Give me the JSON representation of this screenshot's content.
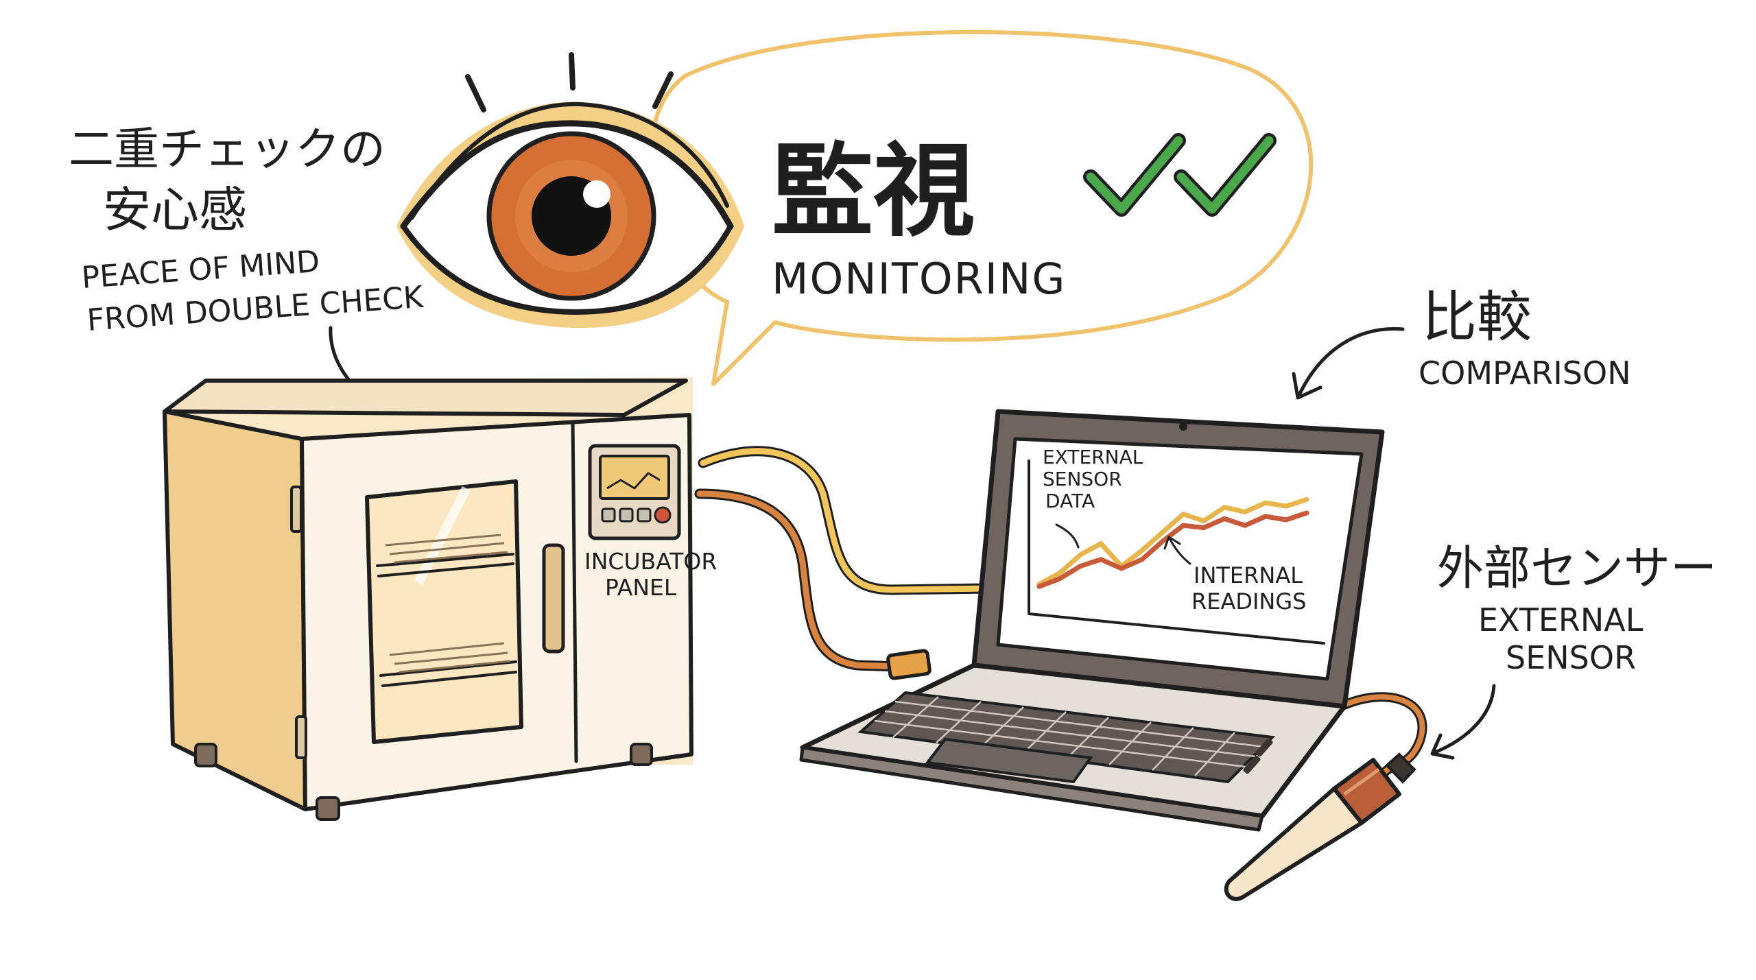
{
  "bubble": {
    "title_jp": "監視",
    "title_en": "MONITORING"
  },
  "annotations": {
    "double_check_jp_line1": "二重チェックの",
    "double_check_jp_line2": "安心感",
    "double_check_en_line1": "PEACE OF MIND",
    "double_check_en_line2": "FROM DOUBLE CHECK",
    "comparison_jp": "比較",
    "comparison_en": "COMPARISON",
    "sensor_jp": "外部センサー",
    "sensor_en_line1": "EXTERNAL",
    "sensor_en_line2": "SENSOR"
  },
  "incubator": {
    "panel_label_line1": "INCUBATOR",
    "panel_label_line2": "PANEL"
  },
  "laptop_chart": {
    "label_external_line1": "EXTERNAL",
    "label_external_line2": "SENSOR",
    "label_external_line3": "DATA",
    "label_internal_line1": "INTERNAL",
    "label_internal_line2": "READINGS"
  },
  "chart_data": {
    "type": "line",
    "x": [
      0,
      1,
      2,
      3,
      4,
      5,
      6,
      7,
      8,
      9,
      10,
      11,
      12,
      13
    ],
    "series": [
      {
        "values": [
          2,
          3,
          4.6,
          5.6,
          3.6,
          5,
          6.6,
          8.2,
          7.6,
          8.8,
          8.4,
          9.2,
          8.9,
          9.5
        ]
      },
      {
        "values": [
          1.8,
          2.5,
          3.6,
          4.2,
          3.4,
          4.2,
          5.8,
          7.2,
          7,
          7.8,
          7.2,
          8,
          7.7,
          8.3
        ]
      }
    ],
    "colors": [
      "#e8b54a",
      "#c85a3a"
    ]
  },
  "colors": {
    "accent_yellow": "#f2cf85",
    "iris": "#d66f33",
    "check_green": "#48a84a",
    "cable_orange": "#d8833f",
    "laptop_frame": "#6f6460"
  }
}
